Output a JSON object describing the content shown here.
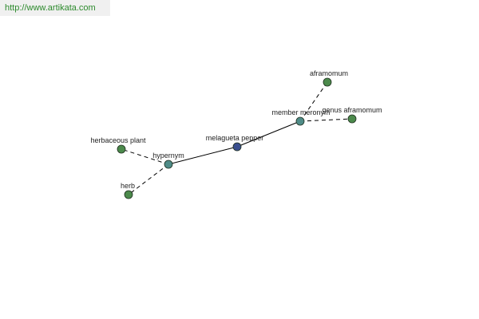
{
  "header": {
    "url": "http://www.artikata.com"
  },
  "colors": {
    "center": "#3a4f8f",
    "relation": "#4f8c88",
    "leaf": "#4c8a4c",
    "edge": "#000000"
  },
  "graph": {
    "nodes": [
      {
        "id": "center",
        "label": "melagueta pepper",
        "kind": "center"
      },
      {
        "id": "hypernym",
        "label": "hypernym",
        "kind": "relation"
      },
      {
        "id": "member",
        "label": "member meronym",
        "kind": "relation"
      },
      {
        "id": "herbaceous",
        "label": "herbaceous plant",
        "kind": "leaf"
      },
      {
        "id": "herb",
        "label": "herb",
        "kind": "leaf"
      },
      {
        "id": "aframomum",
        "label": "aframomum",
        "kind": "leaf"
      },
      {
        "id": "genus",
        "label": "genus aframomum",
        "kind": "leaf"
      }
    ],
    "edges": [
      {
        "from": "center",
        "to": "hypernym",
        "style": "solid"
      },
      {
        "from": "center",
        "to": "member",
        "style": "solid"
      },
      {
        "from": "hypernym",
        "to": "herbaceous",
        "style": "dashed"
      },
      {
        "from": "hypernym",
        "to": "herb",
        "style": "dashed"
      },
      {
        "from": "member",
        "to": "aframomum",
        "style": "dashed"
      },
      {
        "from": "member",
        "to": "genus",
        "style": "dashed"
      }
    ]
  }
}
